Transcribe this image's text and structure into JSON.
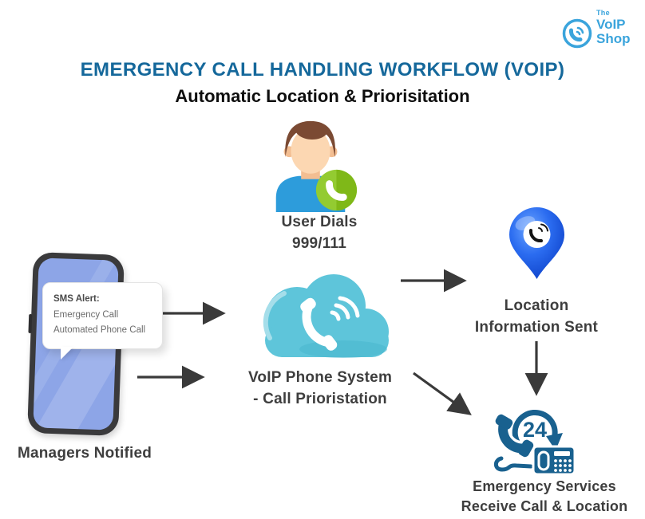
{
  "logo": {
    "the": "The",
    "voip": "VoIP",
    "shop": "Shop",
    "color": "#3AA4DC",
    "icon": "phone-in-circle-icon"
  },
  "header": {
    "title": "EMERGENCY CALL HANDLING WORKFLOW (VOIP)",
    "title_color": "#15689B",
    "subtitle": "Automatic Location & Priorisitation"
  },
  "user_node": {
    "icon": "person-with-green-call-badge-icon",
    "line1": "User Dials",
    "line2": "999/111"
  },
  "phone_node": {
    "icon": "smartphone-mockup",
    "sms_title": "SMS Alert:",
    "sms_line1": "Emergency Call",
    "sms_line2": "Automated Phone Call",
    "label": "Managers Notified"
  },
  "voip_node": {
    "icon": "cloud-phone-icon",
    "line1": "VoIP Phone System",
    "line2": "- Call Prioristation"
  },
  "location_node": {
    "icon": "map-pin-phone-icon",
    "line1": "Location",
    "line2": "Information Sent"
  },
  "emergency_node": {
    "icon": "24h-phone-service-icon",
    "badge": "24",
    "line1": "Emergency Services",
    "line2": "Receive Call & Location"
  },
  "arrows": [
    {
      "from": "phone-sms",
      "to": "voip-cloud"
    },
    {
      "from": "phone-bottom",
      "to": "voip-cloud"
    },
    {
      "from": "voip-cloud",
      "to": "location-pin"
    },
    {
      "from": "location-pin",
      "to": "emergency-services"
    },
    {
      "from": "voip-cloud",
      "to": "emergency-services"
    }
  ],
  "colors": {
    "background": "#FFFFFF",
    "arrow": "#3A3A3A",
    "label_text": "#3E3E3E",
    "cloud_teal": "#5EC5DA",
    "pin_blue": "#2163EC",
    "emergency_blue": "#19618F",
    "phone_screen": "#8DA5E7",
    "badge_green": "#93CB31",
    "shirt_blue": "#2D9CDB"
  }
}
